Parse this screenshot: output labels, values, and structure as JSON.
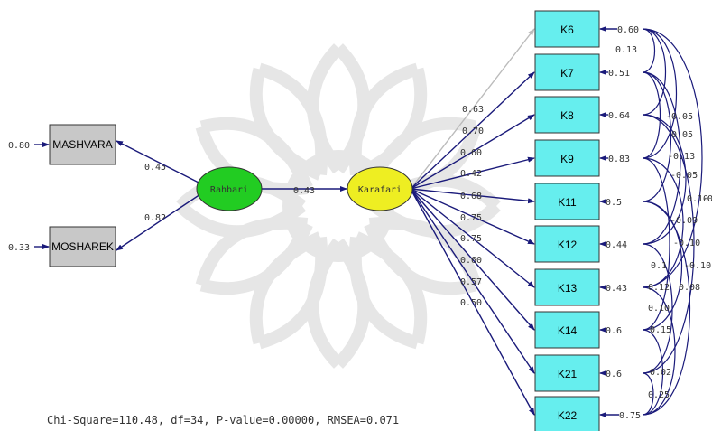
{
  "latents": [
    {
      "id": "rahbari",
      "label": "Rahbari",
      "color": "#22cc22"
    },
    {
      "id": "karafari",
      "label": "Karafari",
      "color": "#eeee22"
    }
  ],
  "left_indicators": [
    {
      "id": "mashvara",
      "label": "MASHVARA",
      "error": "0.80",
      "loading": "0.45"
    },
    {
      "id": "mosharek",
      "label": "MOSHAREK",
      "error": "0.33",
      "loading": "0.82"
    }
  ],
  "structural_path": {
    "from": "rahbari",
    "to": "karafari",
    "coefficient": "0.43"
  },
  "right_indicators": [
    {
      "id": "k6",
      "label": "K6",
      "error": "0.60",
      "loading": "0.63"
    },
    {
      "id": "k7",
      "label": "K7",
      "error": "0.51",
      "loading": "0.70"
    },
    {
      "id": "k8",
      "label": "K8",
      "error": "0.64",
      "loading": "0.60"
    },
    {
      "id": "k9",
      "label": "K9",
      "error": "0.83",
      "loading": "0.42"
    },
    {
      "id": "k11",
      "label": "K11",
      "error": "0.5",
      "loading": "0.68"
    },
    {
      "id": "k12",
      "label": "K12",
      "error": "0.44",
      "loading": "0.75"
    },
    {
      "id": "k13",
      "label": "K13",
      "error": "0.43",
      "loading": "0.75"
    },
    {
      "id": "k14",
      "label": "K14",
      "error": "0.6",
      "loading": "0.60"
    },
    {
      "id": "k21",
      "label": "K21",
      "error": "0.6",
      "loading": "0.57"
    },
    {
      "id": "k22",
      "label": "K22",
      "error": "0.75",
      "loading": "0.50"
    }
  ],
  "covariance_labels": [
    "0.13",
    "-0.05",
    "0.05",
    "-0.13",
    "-0.05",
    "0.10",
    "-0.10",
    "-0.09",
    "-0.10",
    "0.1",
    "-0.10",
    "0.12",
    "0.08",
    "0.10",
    "0.15",
    "0.02",
    "0.25"
  ],
  "fit_statistics": "Chi-Square=110.48, df=34, P-value=0.00000, RMSEA=0.071",
  "colors": {
    "path": "#1a1a7a",
    "indicator_box": "#66eeee",
    "left_box": "#c8c8c8",
    "watermark": "#e4e4e4"
  }
}
